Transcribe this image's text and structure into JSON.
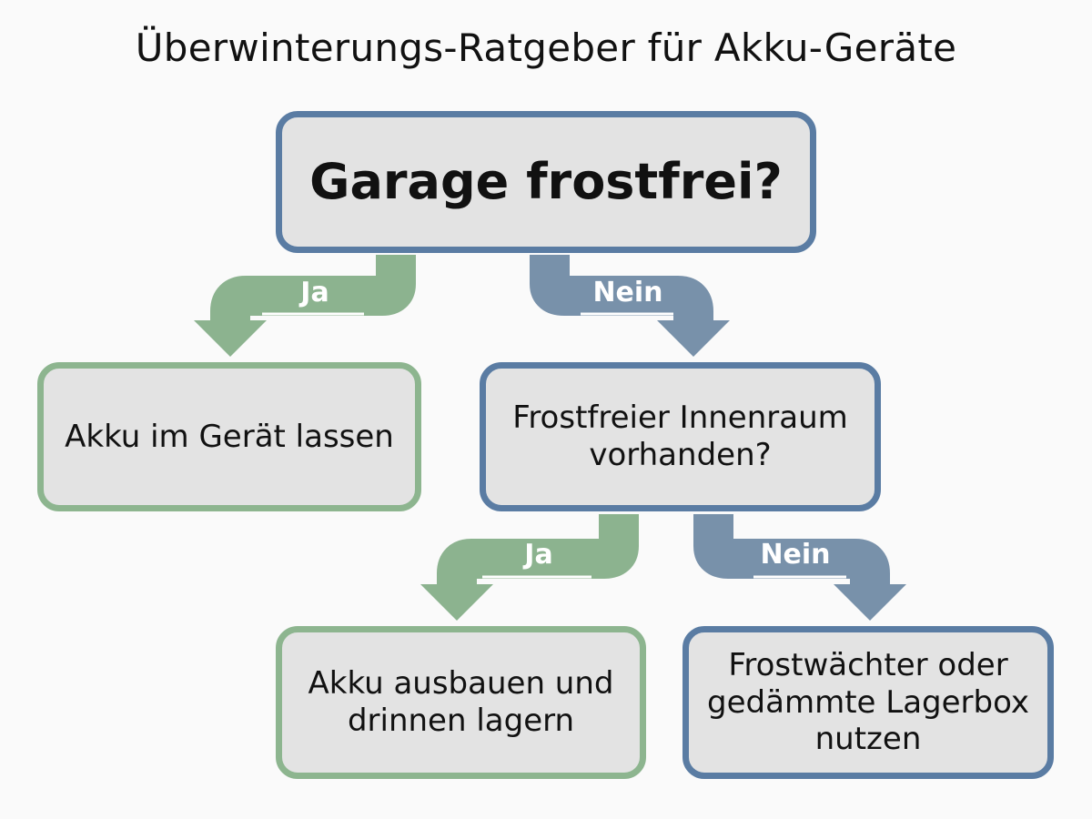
{
  "title": "Überwinterungs-Ratgeber für Akku-Geräte",
  "colors": {
    "yes": "#8db58f",
    "no": "#5a7ca3",
    "yes_arrow": "#8cb38f",
    "no_arrow": "#7891aa",
    "box_fill": "#e3e3e3"
  },
  "nodes": {
    "q_garage": "Garage frostfrei?",
    "a_keep": "Akku im Gerät lassen",
    "q_indoor": "Frostfreier Innenraum vorhanden?",
    "a_indoor": "Akku ausbauen und drinnen lagern",
    "a_frost": "Frostwächter oder gedämmte Lagerbox nutzen"
  },
  "edges": {
    "garage_yes": "Ja",
    "garage_no": "Nein",
    "indoor_yes": "Ja",
    "indoor_no": "Nein"
  }
}
